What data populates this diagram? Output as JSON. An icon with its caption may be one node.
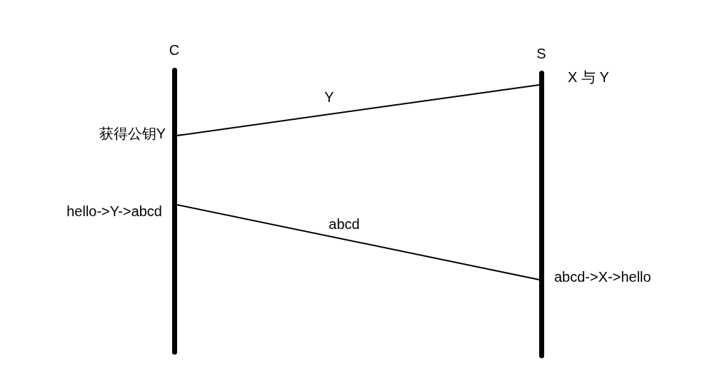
{
  "diagram": {
    "nodes": [
      {
        "text": [
          "C"
        ],
        "beside": [
          "获得公钥Y",
          "hello->Y->abcd"
        ]
      },
      {
        "text": [
          "S"
        ],
        "beside": [
          "X 与 Y",
          "abcd->X->hello"
        ]
      }
    ],
    "edges": [
      {
        "from": 1,
        "to": 0,
        "arrow": "none",
        "label": "Y"
      },
      {
        "from": 0,
        "to": 1,
        "arrow": "none",
        "label": "abcd"
      }
    ]
  }
}
